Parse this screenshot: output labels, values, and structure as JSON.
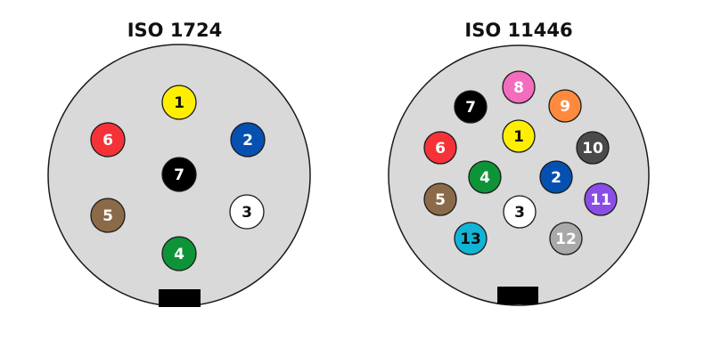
{
  "connectors": [
    {
      "id": "iso-1724",
      "title": "ISO 1724",
      "pins": [
        {
          "label": "1",
          "color": "#ffee00",
          "text_color": "#111111"
        },
        {
          "label": "2",
          "color": "#0650b0",
          "text_color": "#ffffff"
        },
        {
          "label": "3",
          "color": "#ffffff",
          "text_color": "#111111"
        },
        {
          "label": "4",
          "color": "#0e9438",
          "text_color": "#ffffff"
        },
        {
          "label": "5",
          "color": "#8b6a4a",
          "text_color": "#ffffff"
        },
        {
          "label": "6",
          "color": "#f53238",
          "text_color": "#ffffff"
        },
        {
          "label": "7",
          "color": "#000000",
          "text_color": "#ffffff"
        }
      ]
    },
    {
      "id": "iso-11446",
      "title": "ISO 11446",
      "pins": [
        {
          "label": "1",
          "color": "#ffee00",
          "text_color": "#111111"
        },
        {
          "label": "2",
          "color": "#0650b0",
          "text_color": "#ffffff"
        },
        {
          "label": "3",
          "color": "#ffffff",
          "text_color": "#111111"
        },
        {
          "label": "4",
          "color": "#0e9438",
          "text_color": "#ffffff"
        },
        {
          "label": "5",
          "color": "#8b6a4a",
          "text_color": "#ffffff"
        },
        {
          "label": "6",
          "color": "#f53238",
          "text_color": "#ffffff"
        },
        {
          "label": "7",
          "color": "#000000",
          "text_color": "#ffffff"
        },
        {
          "label": "8",
          "color": "#f46cbd",
          "text_color": "#ffffff"
        },
        {
          "label": "9",
          "color": "#ff8a3d",
          "text_color": "#ffffff"
        },
        {
          "label": "10",
          "color": "#4a4a4a",
          "text_color": "#ffffff"
        },
        {
          "label": "11",
          "color": "#8a4ee6",
          "text_color": "#ffffff"
        },
        {
          "label": "12",
          "color": "#a9a9a9",
          "text_color": "#ffffff"
        },
        {
          "label": "13",
          "color": "#11b4d6",
          "text_color": "#111111"
        }
      ]
    }
  ],
  "colors": {
    "face": "#d9d9d9",
    "rim": "#1a1a1a",
    "key_tab": "#000000",
    "pin_outline": "#1a1a1a"
  }
}
